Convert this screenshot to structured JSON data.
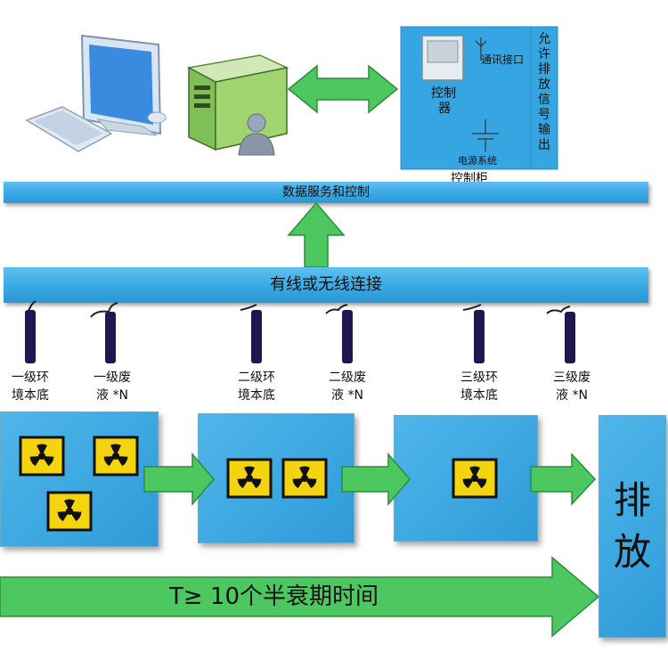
{
  "top": {
    "comm_port": "通讯接口",
    "controller": [
      "控制",
      "器"
    ],
    "power_system": "电源系统",
    "cabinet": "控制柜",
    "allow_discharge": "允许排放信号输出"
  },
  "bars": {
    "data_service": "数据服务和控制",
    "connection": "有线或无线连接"
  },
  "probes": [
    {
      "line1": "一级环",
      "line2": "境本底"
    },
    {
      "line1": "一级废",
      "line2": "液 *N"
    },
    {
      "line1": "二级环",
      "line2": "境本底"
    },
    {
      "line1": "二级废",
      "line2": "液 *N"
    },
    {
      "line1": "三级环",
      "line2": "境本底"
    },
    {
      "line1": "三级废",
      "line2": "液 *N"
    }
  ],
  "discharge": "排放",
  "time_condition": "T≥ 10个半衰期时间",
  "colors": {
    "tank_blue": "#36a6e2",
    "arrow_green": "#4dc760",
    "radiation_yellow": "#f4d40f"
  }
}
